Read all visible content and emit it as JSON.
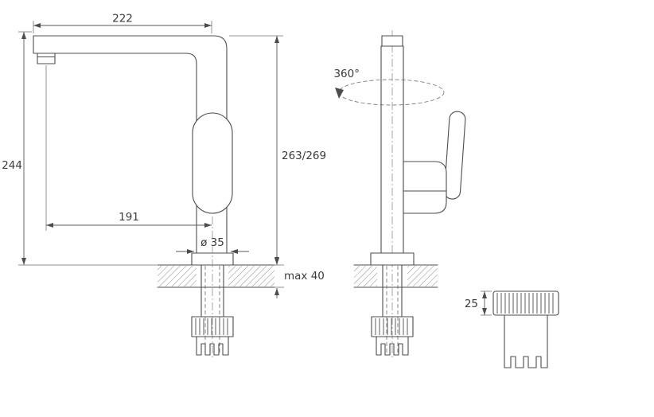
{
  "drawing": {
    "side_view": {
      "spout_width": "222",
      "height_to_spout": "244",
      "total_height": "263/269",
      "outlet_reach": "191",
      "base_diameter": "ø 35",
      "max_counter_thickness": "max 40"
    },
    "front_view": {
      "swivel_angle": "360°"
    },
    "nut_detail": {
      "nut_height": "25"
    }
  },
  "colors": {
    "line": "#4d4d4d",
    "text": "#3b3b3b",
    "background": "#ffffff"
  }
}
